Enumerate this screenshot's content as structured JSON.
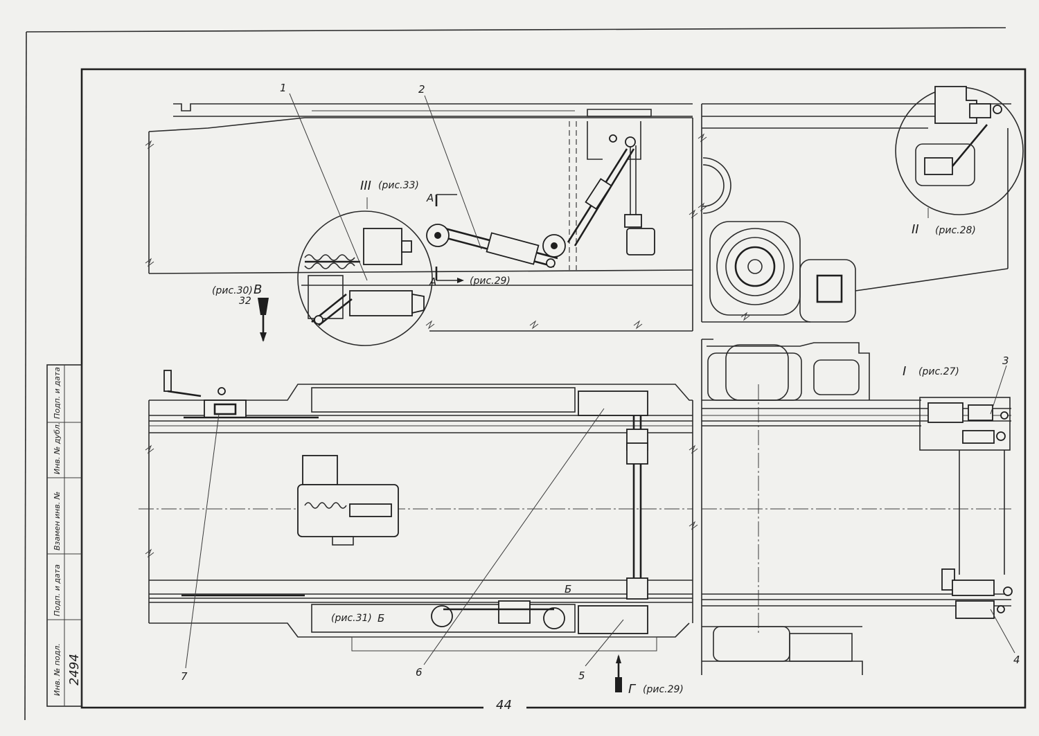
{
  "sheet": {
    "page_number": "44",
    "title_block": {
      "cells": [
        "Инв. № подл.",
        "Подп. и дата",
        "Взамен инв. №",
        "Инв. № дубл.",
        "Подп. и дата"
      ],
      "inventory_number": "2494"
    }
  },
  "callouts": {
    "c1": "1",
    "c2": "2",
    "c3": "3",
    "c4": "4",
    "c5": "5",
    "c6": "6",
    "c7": "7"
  },
  "details": {
    "III": {
      "mark": "III",
      "ref": "(рис.33)"
    },
    "II": {
      "mark": "II",
      "ref": "(рис.28)"
    },
    "I": {
      "mark": "I",
      "ref": "(рис.27)"
    }
  },
  "sections": {
    "A_top": "А",
    "A_bottom": "А",
    "A_ref": "(рис.29)",
    "B_mark": "В",
    "B_ref": "(рис.30)",
    "B_ref2": "32",
    "V_mark": "Б",
    "V_ref": "(рис.31)",
    "V_mark2": "Б",
    "G_mark": "Г",
    "G_ref": "(рис.29)"
  }
}
